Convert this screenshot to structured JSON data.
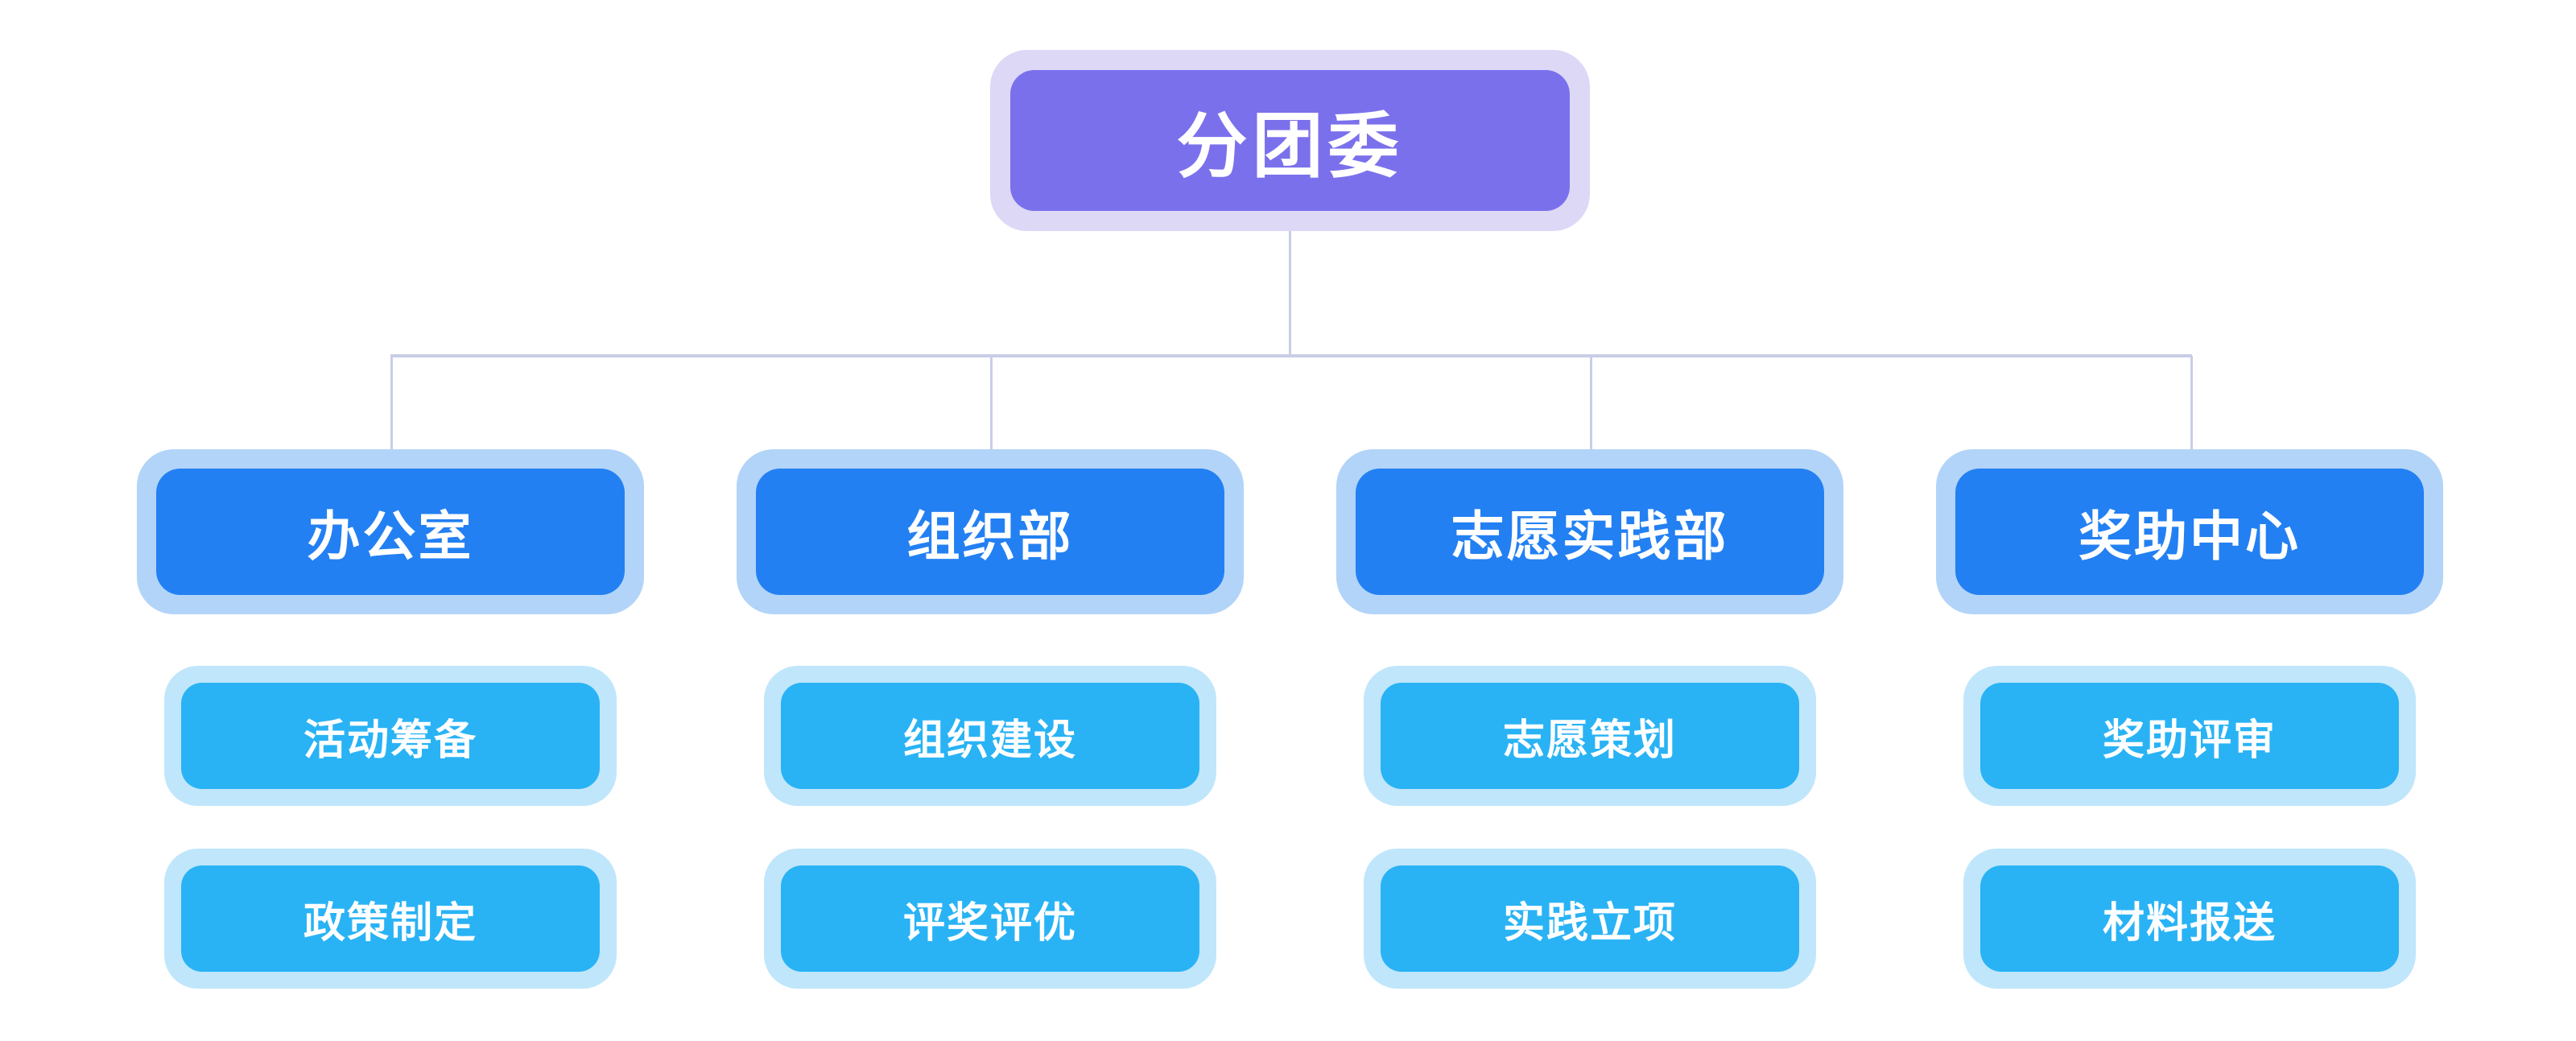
{
  "diagram": {
    "type": "org-chart",
    "root": {
      "label": "分团委"
    },
    "branches": [
      {
        "label": "办公室",
        "children": [
          "活动筹备",
          "政策制定"
        ]
      },
      {
        "label": "组织部",
        "children": [
          "组织建设",
          "评奖评优"
        ]
      },
      {
        "label": "志愿实践部",
        "children": [
          "志愿策划",
          "实践立项"
        ]
      },
      {
        "label": "奖助中心",
        "children": [
          "奖助评审",
          "材料报送"
        ]
      }
    ]
  },
  "colors": {
    "bg": "#ffffff",
    "root_fill": "#7b70ec",
    "root_border": "#dcd8f6",
    "dept_fill": "#2380f2",
    "dept_border": "#b2d4f8",
    "sub_fill": "#29b3f5",
    "sub_border": "#c0e6fb",
    "line_color": "#c9cee6",
    "text_color": "#ffffff"
  }
}
